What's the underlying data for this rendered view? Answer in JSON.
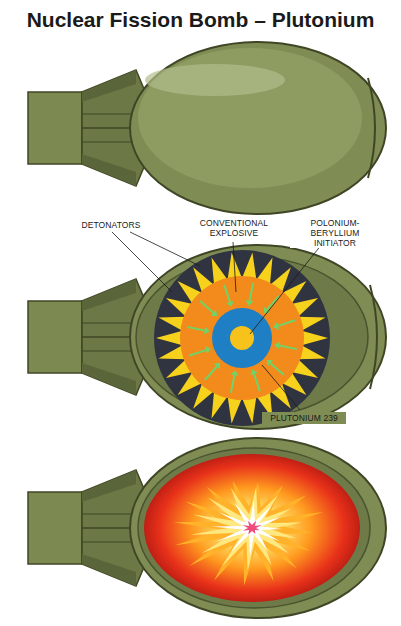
{
  "diagram": {
    "title": "Nuclear Fission Bomb – Plutonium",
    "labels": [
      "DETONATORS",
      "CONVENTIONAL EXPLOSIVE",
      "POLONIUM- BERYLLIUM INITIATOR",
      "PLUTONIUM 239"
    ]
  }
}
